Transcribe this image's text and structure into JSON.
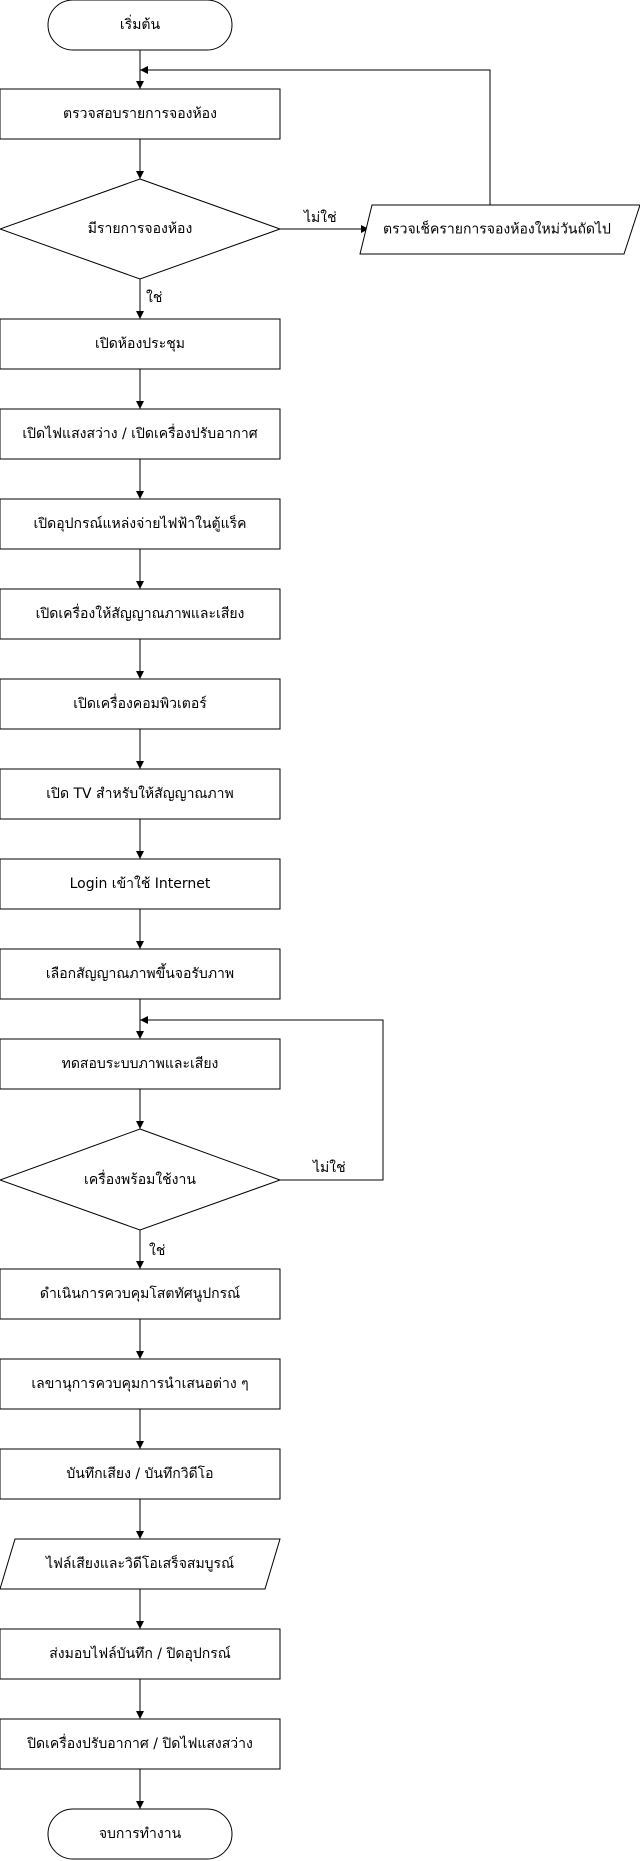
{
  "flowchart": {
    "start": "เริ่มต้น",
    "end": "จบการทำงาน",
    "steps": {
      "check_booking": "ตรวจสอบรายการจองห้อง",
      "has_booking": "มีรายการจองห้อง",
      "check_next_day": "ตรวจเช็ครายการจองห้องใหม่วันถัดไป",
      "open_room": "เปิดห้องประชุม",
      "lights_ac": "เปิดไฟแสงสว่าง / เปิดเครื่องปรับอากาศ",
      "rack_power": "เปิดอุปกรณ์แหล่งจ่ายไฟฟ้าในตู้แร็ค",
      "av_signal": "เปิดเครื่องให้สัญญาณภาพและเสียง",
      "computer": "เปิดเครื่องคอมพิวเตอร์",
      "tv": "เปิด TV สำหรับให้สัญญาณภาพ",
      "login": "Login เข้าใช้ Internet",
      "select_signal": "เลือกสัญญาณภาพขึ้นจอรับภาพ",
      "test_av": "ทดสอบระบบภาพและเสียง",
      "ready": "เครื่องพร้อมใช้งาน",
      "operate": "ดำเนินการควบคุมโสตทัศนูปกรณ์",
      "secretary": "เลขานุการควบคุมการนำเสนอต่าง ๆ",
      "record": "บันทึกเสียง / บันทึกวิดีโอ",
      "files_done": "ไฟล์เสียงและวิดีโอเสร็จสมบูรณ์",
      "deliver": "ส่งมอบไฟล์บันทึก / ปิดอุปกรณ์",
      "shutdown": "ปิดเครื่องปรับอากาศ / ปิดไฟแสงสว่าง"
    },
    "labels": {
      "yes_1": "ใช่",
      "no_1": "ไม่ใช่",
      "yes_2": "ใช่",
      "no_2": "ไม่ใช่"
    }
  }
}
